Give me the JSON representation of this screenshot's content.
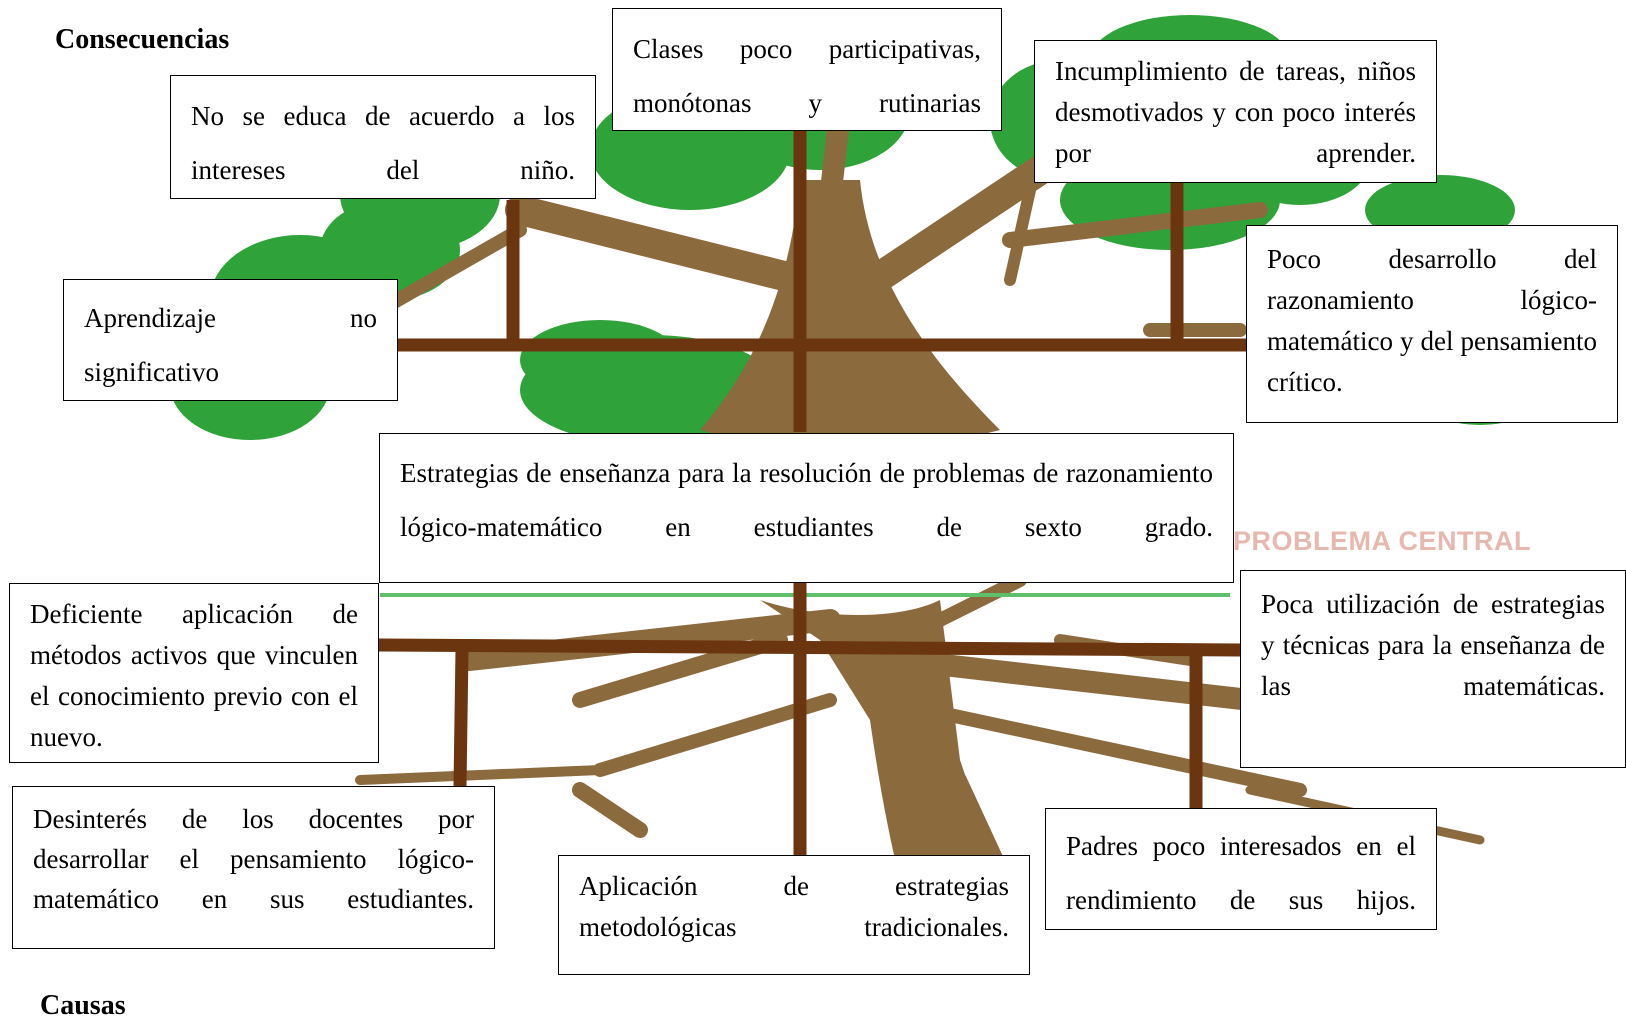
{
  "headings": {
    "consequences": "Consecuencias",
    "causes": "Causas"
  },
  "watermark": "/PROBLEMA CENTRAL",
  "central_problem": "Estrategias de enseñanza para la resolución de problemas de razonamiento lógico-matemático en estudiantes de sexto grado.",
  "consequences": [
    "No se educa de acuerdo a los intereses del niño.",
    "Clases poco participativas, monótonas y rutinarias",
    "Incumplimiento de tareas, niños desmotivados y con poco interés por aprender.",
    "Aprendizaje no significativo",
    "Poco desarrollo del razonamiento lógico-matemático y del pensamiento crítico."
  ],
  "causes": [
    "Deficiente aplicación de métodos activos que vinculen el conocimiento previo con el nuevo.",
    "Poca utilización de estrategias y técnicas para la enseñanza de las matemáticas.",
    "Desinterés de los docentes por desarrollar el pensamiento lógico-matemático en sus estudiantes.",
    "Aplicación de estrategias metodológicas tradicionales.",
    "Padres poco interesados en el rendimiento de sus hijos."
  ],
  "colors": {
    "foliage": "#2fa33a",
    "trunk": "#8b6a3e",
    "connector": "#6b3510",
    "ground_line": "#5fbf6a"
  }
}
